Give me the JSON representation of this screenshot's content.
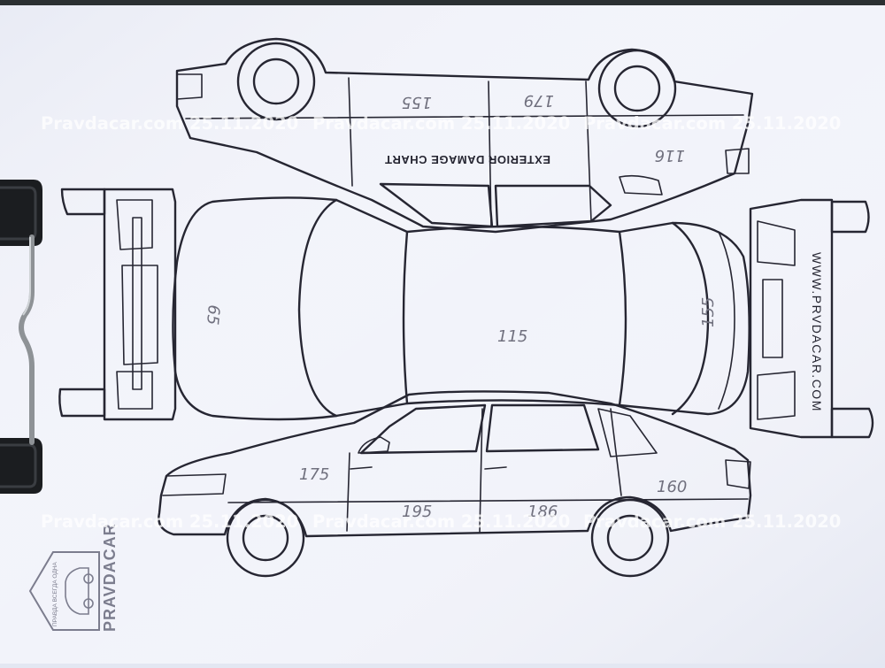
{
  "chart_title": "EXTERIOR DAMAGE CHART",
  "website": "WWW.PRVDACAR.COM",
  "watermark": {
    "text": "Pravdacar.com 25.11.2020"
  },
  "stamp": {
    "brand": "PRAVDACAR",
    "slogan": "ПРАВДА ВСЕГДА ОДНА"
  },
  "paint_readings": {
    "hood": "65",
    "roof": "115",
    "trunk": "155",
    "front_fender": "175",
    "front_door": "195",
    "rear_door": "186",
    "rear_quarter": "160",
    "left_door_front": "155",
    "left_door_rear": "179",
    "left_rear_quarter": "116"
  },
  "colors": {
    "paper": "#f2f3fa",
    "ink": "#262632",
    "pencil": "#70707e",
    "backdrop": "#2b3032",
    "clip": "#1b1d20"
  }
}
